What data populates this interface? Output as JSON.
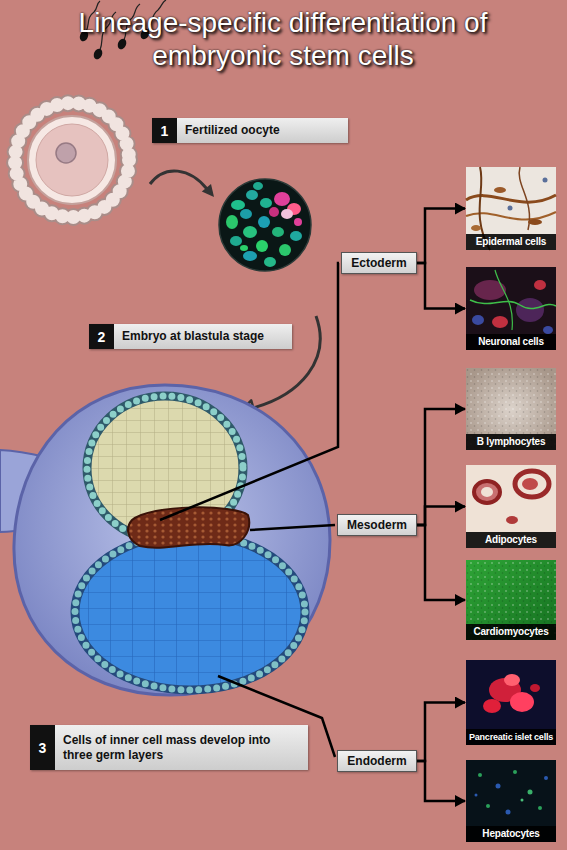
{
  "diagram": {
    "title": "Lineage-specific differentiation of embryonic stem cells",
    "nodes": [
      {
        "text": [
          "1",
          "Fertilized oocyte"
        ]
      },
      {
        "text": [
          "2",
          "Embryo at blastula stage"
        ]
      },
      {
        "text": [
          "Ectoderm"
        ]
      },
      {
        "text": [
          "Epidermal cells"
        ]
      },
      {
        "text": [
          "Neuronal cells"
        ]
      },
      {
        "text": [
          "Mesoderm"
        ]
      },
      {
        "text": [
          "B lymphocytes"
        ]
      },
      {
        "text": [
          "Adipocytes"
        ]
      },
      {
        "text": [
          "Cardiomyocytes"
        ]
      },
      {
        "text": [
          "3",
          "Cells of inner cell mass develop into three germ layers"
        ]
      },
      {
        "text": [
          "Endoderm"
        ]
      },
      {
        "text": [
          "Pancreatic islet cells"
        ]
      },
      {
        "text": [
          "Hepatocytes"
        ]
      }
    ],
    "edges": [
      {
        "from": 2,
        "to": 3,
        "arrow": "to"
      },
      {
        "from": 2,
        "to": 4,
        "arrow": "to"
      },
      {
        "from": 5,
        "to": 6,
        "arrow": "to"
      },
      {
        "from": 5,
        "to": 7,
        "arrow": "to"
      },
      {
        "from": 5,
        "to": 8,
        "arrow": "to"
      },
      {
        "from": 10,
        "to": 11,
        "arrow": "to"
      },
      {
        "from": 10,
        "to": 12,
        "arrow": "to"
      }
    ]
  }
}
